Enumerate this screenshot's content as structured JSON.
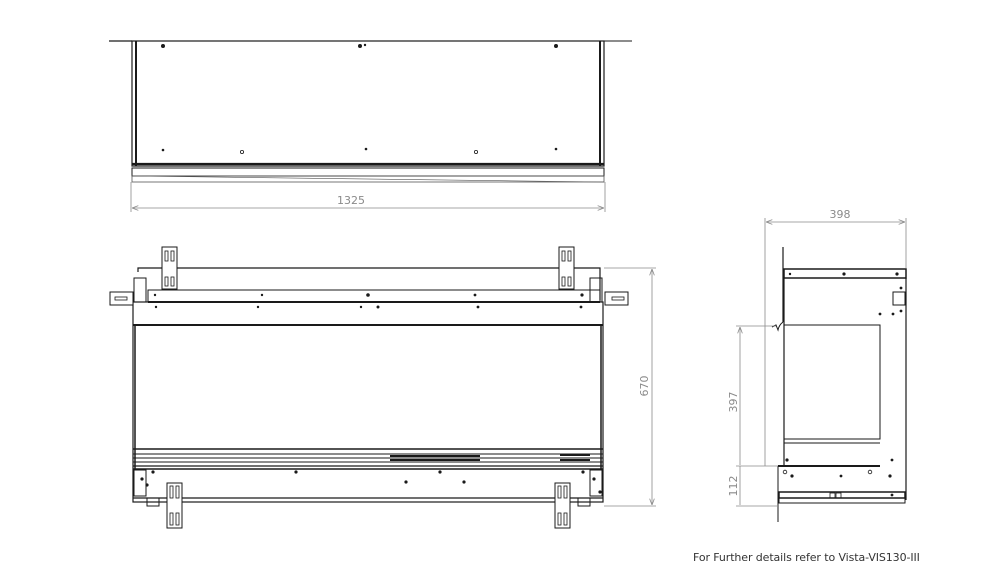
{
  "drawing": {
    "views": {
      "top_view": {
        "label": "top-view",
        "width_dimension": "1325"
      },
      "front_view": {
        "label": "front-view",
        "height_dimension": "670"
      },
      "side_view": {
        "label": "side-view",
        "depth_dimension": "398",
        "upper_height_dimension": "397",
        "lower_height_dimension": "112"
      }
    },
    "footnote": "For Further details refer to Vista-VIS130-III"
  },
  "colors": {
    "line": "#1a1a1a",
    "dimension": "#8a8a8a",
    "fill": "#ffffff"
  }
}
